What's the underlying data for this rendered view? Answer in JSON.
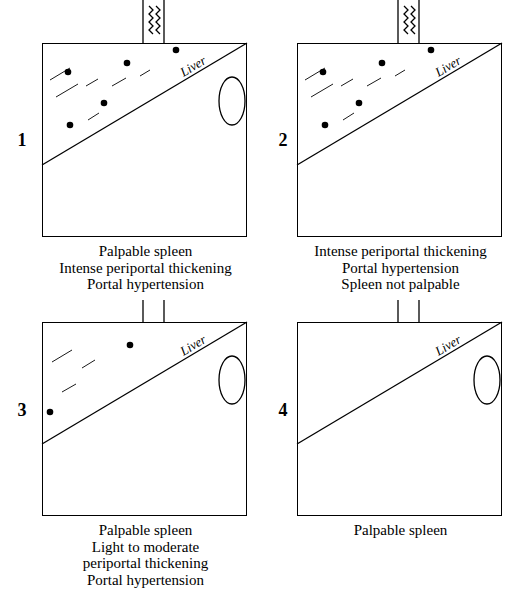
{
  "diagram": {
    "nodes": [
      {
        "text": [
          "Liver",
          "Palpable spleen",
          "Intense periportal thickening",
          "Portal hypertension"
        ]
      },
      {
        "text": [
          "Liver",
          "Intense periportal thickening",
          "Portal hypertension",
          "Spleen not palpable"
        ]
      },
      {
        "text": [
          "Liver",
          "Palpable spleen",
          "Light to moderate periportal thickening",
          "Portal hypertension"
        ]
      },
      {
        "text": [
          "Liver",
          "Palpable spleen"
        ]
      }
    ],
    "labels": [
      "1",
      "2",
      "3",
      "4"
    ]
  }
}
